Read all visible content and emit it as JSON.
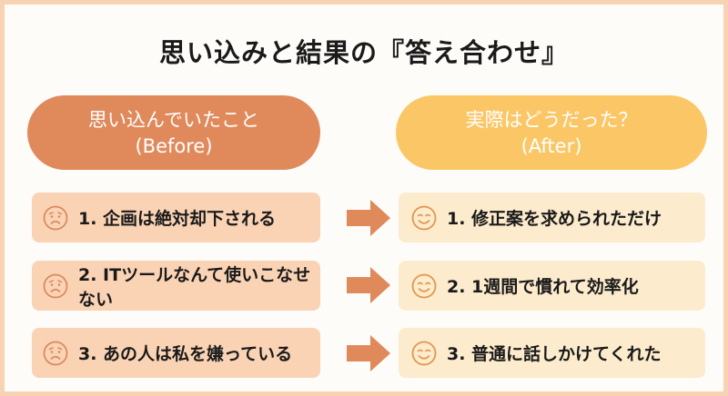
{
  "title": "思い込みと結果の『答え合わせ』",
  "colors": {
    "frame": "#f7d3b3",
    "background": "#fdfcf9",
    "before_header": "#e08a5c",
    "after_header": "#fbc766",
    "before_card": "#fad3b5",
    "after_card": "#fcebcc",
    "arrow": "#e08a5c",
    "sad_face": "#d98b5f",
    "happy_face": "#e2964f"
  },
  "before": {
    "header": "思い込んでいたこと",
    "subheader": "(Before)",
    "icon": "worried-face-icon",
    "items": [
      "1. 企画は絶対却下される",
      "2. ITツールなんて使いこなせない",
      "3. あの人は私を嫌っている"
    ]
  },
  "after": {
    "header": "実際はどうだった？",
    "subheader": "(After)",
    "icon": "smiling-face-icon",
    "items": [
      "1. 修正案を求められただけ",
      "2. 1週間で慣れて効率化",
      "3. 普通に話しかけてくれた"
    ]
  },
  "arrow_icon": "right-arrow-icon"
}
